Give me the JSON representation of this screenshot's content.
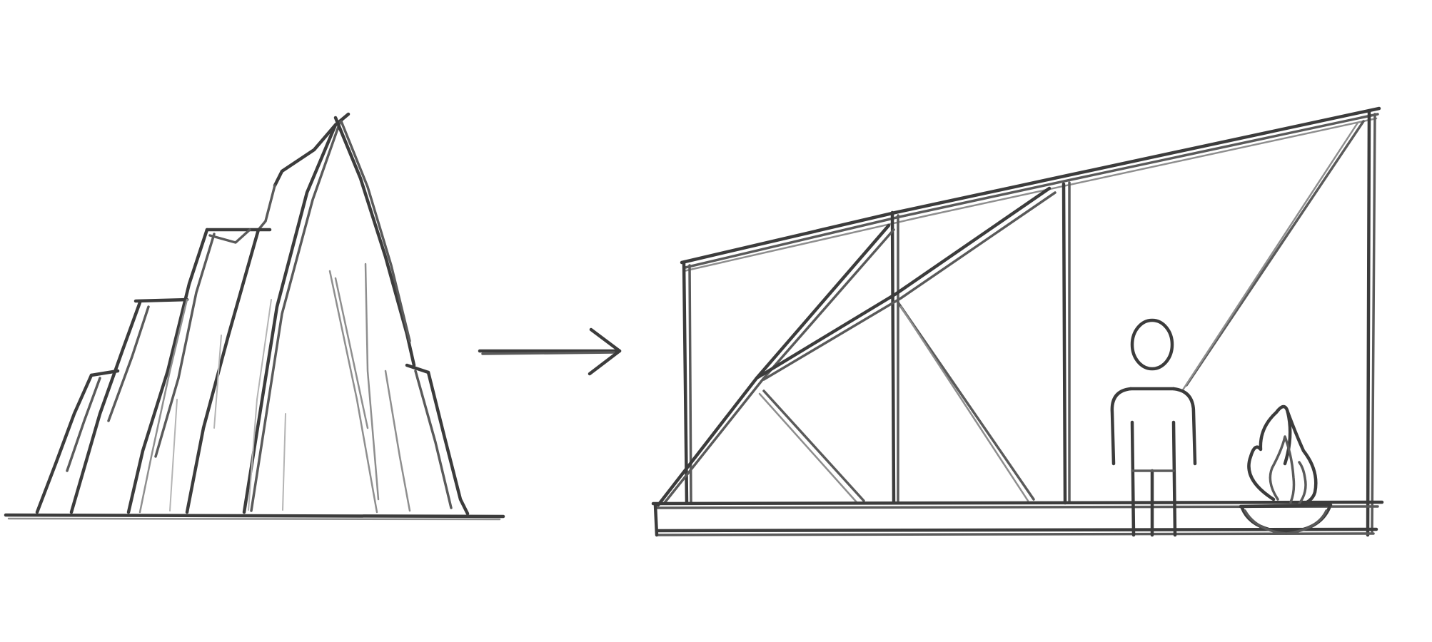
{
  "diagram": {
    "nodes": [
      {
        "id": "mountain",
        "icon": "mountain-peaks-icon",
        "text": ""
      },
      {
        "id": "shelter",
        "icon": "aframe-shelter-icon",
        "text": ""
      }
    ],
    "edges": [
      {
        "from": "mountain",
        "to": "shelter",
        "icon": "arrow-right-icon",
        "text": ""
      }
    ],
    "details": [
      {
        "id": "person",
        "icon": "person-icon",
        "text": ""
      },
      {
        "id": "fire",
        "icon": "fire-bowl-icon",
        "text": ""
      }
    ],
    "style": {
      "medium": "pencil-sketch",
      "background": "#ffffff",
      "stroke_color": "#3c3c3c",
      "light_stroke_color": "#8e8e8e"
    }
  }
}
